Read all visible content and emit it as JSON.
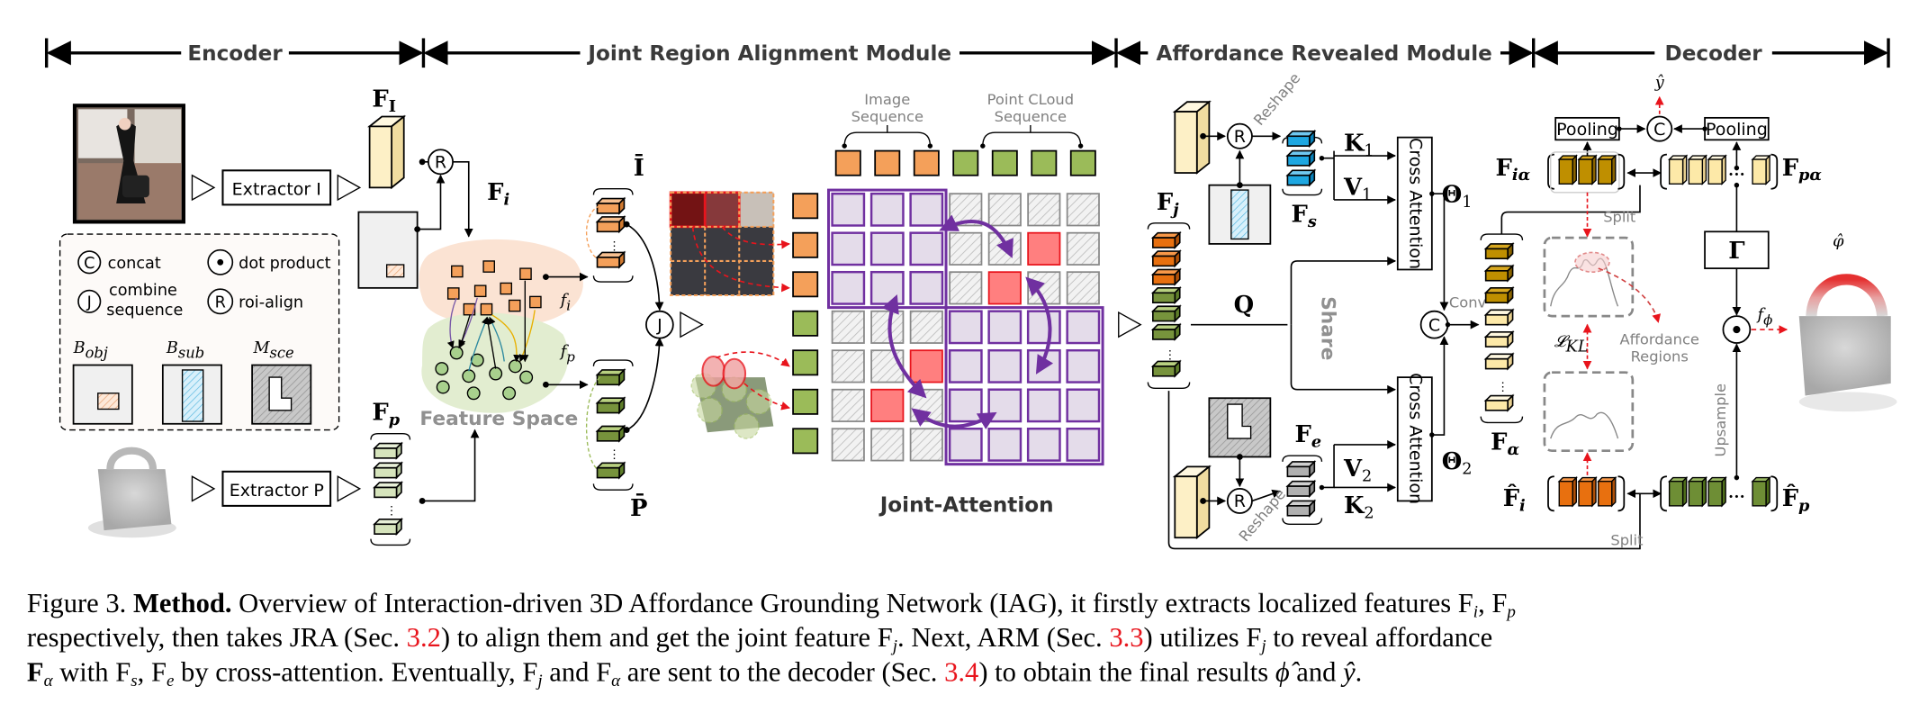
{
  "sections": {
    "encoder": "Encoder",
    "jra": "Joint Region Alignment Module",
    "arm": "Affordance Revealed Module",
    "decoder": "Decoder"
  },
  "encoder": {
    "extractor_i": "Extractor I",
    "extractor_p": "Extractor P",
    "feature_space": "Feature Space",
    "roi_symbol": "R",
    "F_I": "F",
    "F_I_sub": "I",
    "F_i": "F",
    "F_i_sub": "i",
    "F_p": "F",
    "F_p_sub": "p",
    "f_i": "f",
    "f_i_sub": "i",
    "f_p": "f",
    "f_p_sub": "p"
  },
  "legend": {
    "items": [
      {
        "symbol": "C",
        "label": "concat"
      },
      {
        "symbol": "•",
        "label": "dot product"
      },
      {
        "symbol": "J",
        "label": "combine",
        "label2": "sequence"
      },
      {
        "symbol": "R",
        "label": "roi-align"
      }
    ],
    "masks": [
      {
        "name": "B",
        "sub": "obj"
      },
      {
        "name": "B",
        "sub": "sub"
      },
      {
        "name": "M",
        "sub": "sce"
      }
    ]
  },
  "jra": {
    "I_bar": "Ī",
    "P_bar": "P̄",
    "combine_symbol": "J",
    "image_sequence": [
      "Image",
      "Sequence"
    ],
    "pointcloud_sequence": [
      "Point CLoud",
      "Sequence"
    ],
    "joint_attention": "Joint-Attention"
  },
  "arm": {
    "reshape": "Reshape",
    "F_s": "F",
    "F_s_sub": "s",
    "F_e": "F",
    "F_e_sub": "e",
    "F_j": "F",
    "F_j_sub": "j",
    "K1": "K",
    "K1_sub": "1",
    "V1": "V",
    "V1_sub": "1",
    "K2": "K",
    "K2_sub": "2",
    "V2": "V",
    "V2_sub": "2",
    "Q": "Q",
    "share": "Share",
    "cross_attention": "Cross Attention",
    "theta1": "Θ",
    "theta1_sub": "1",
    "theta2": "Θ",
    "theta2_sub": "2",
    "concat_symbol": "C",
    "conv": "Conv",
    "F_alpha": "F",
    "F_alpha_sub": "α"
  },
  "decoder": {
    "pooling": "Pooling",
    "y_hat": "ŷ",
    "phi_hat": "φ̂",
    "concat_symbol": "C",
    "F_ia": "F",
    "F_ia_sub": "iα",
    "F_pa": "F",
    "F_pa_sub": "pα",
    "F_i_hat": "F̂",
    "F_i_hat_sub": "i",
    "F_p_hat": "F̂",
    "F_p_hat_sub": "p",
    "split": "Split",
    "gamma": "Γ",
    "upsample": "Upsample",
    "L_KL": "𝓛",
    "L_KL_sub": "KL",
    "affordance_regions": [
      "Affordance",
      "Regions"
    ],
    "f_phi": "f",
    "f_phi_sub": "ϕ"
  },
  "caption": {
    "line1_a": "Figure 3. ",
    "line1_b": "Method.",
    "line1_c": " Overview of Interaction-driven 3D Affordance Grounding Network (IAG), it firstly extracts localized features F",
    "line1_d": "i",
    "line1_e": ", F",
    "line1_f": "p",
    "line2_a": "respectively, then takes JRA (Sec. ",
    "line2_ref": "3.2",
    "line2_b": ") to align them and get the joint feature F",
    "line2_c": "j",
    "line2_d": ". Next, ARM (Sec. ",
    "line2_ref2": "3.3",
    "line2_e": ") utilizes F",
    "line2_f": "j",
    "line2_g": " to reveal affordance",
    "line3_a": "F",
    "line3_b": "α",
    "line3_c": " with F",
    "line3_d": "s",
    "line3_e": ", F",
    "line3_f": "e",
    "line3_g": " by cross-attention. Eventually, F",
    "line3_h": "j",
    "line3_i": " and F",
    "line3_j": "α",
    "line3_k": " are sent to the decoder (Sec. ",
    "line3_ref": "3.4",
    "line3_l": ") to obtain the final results ",
    "line3_m": "ϕ̂",
    "line3_n": " and ",
    "line3_o": "ŷ",
    "line3_p": "."
  },
  "colors": {
    "orange": "#f4a05a",
    "dark_orange": "#e8700f",
    "green": "#9bbb59",
    "dark_green": "#6e8e35",
    "light_green": "#d6e4bc",
    "purple": "#7030a0",
    "purple_fill": "#e4dcea",
    "red_cell": "#ff7f7f",
    "cream": "#fdf0c6",
    "gold": "#bf8f00",
    "blue": "#1ea7e1",
    "gray_cube": "#b0b0b0",
    "ref_red": "#e8141c"
  }
}
